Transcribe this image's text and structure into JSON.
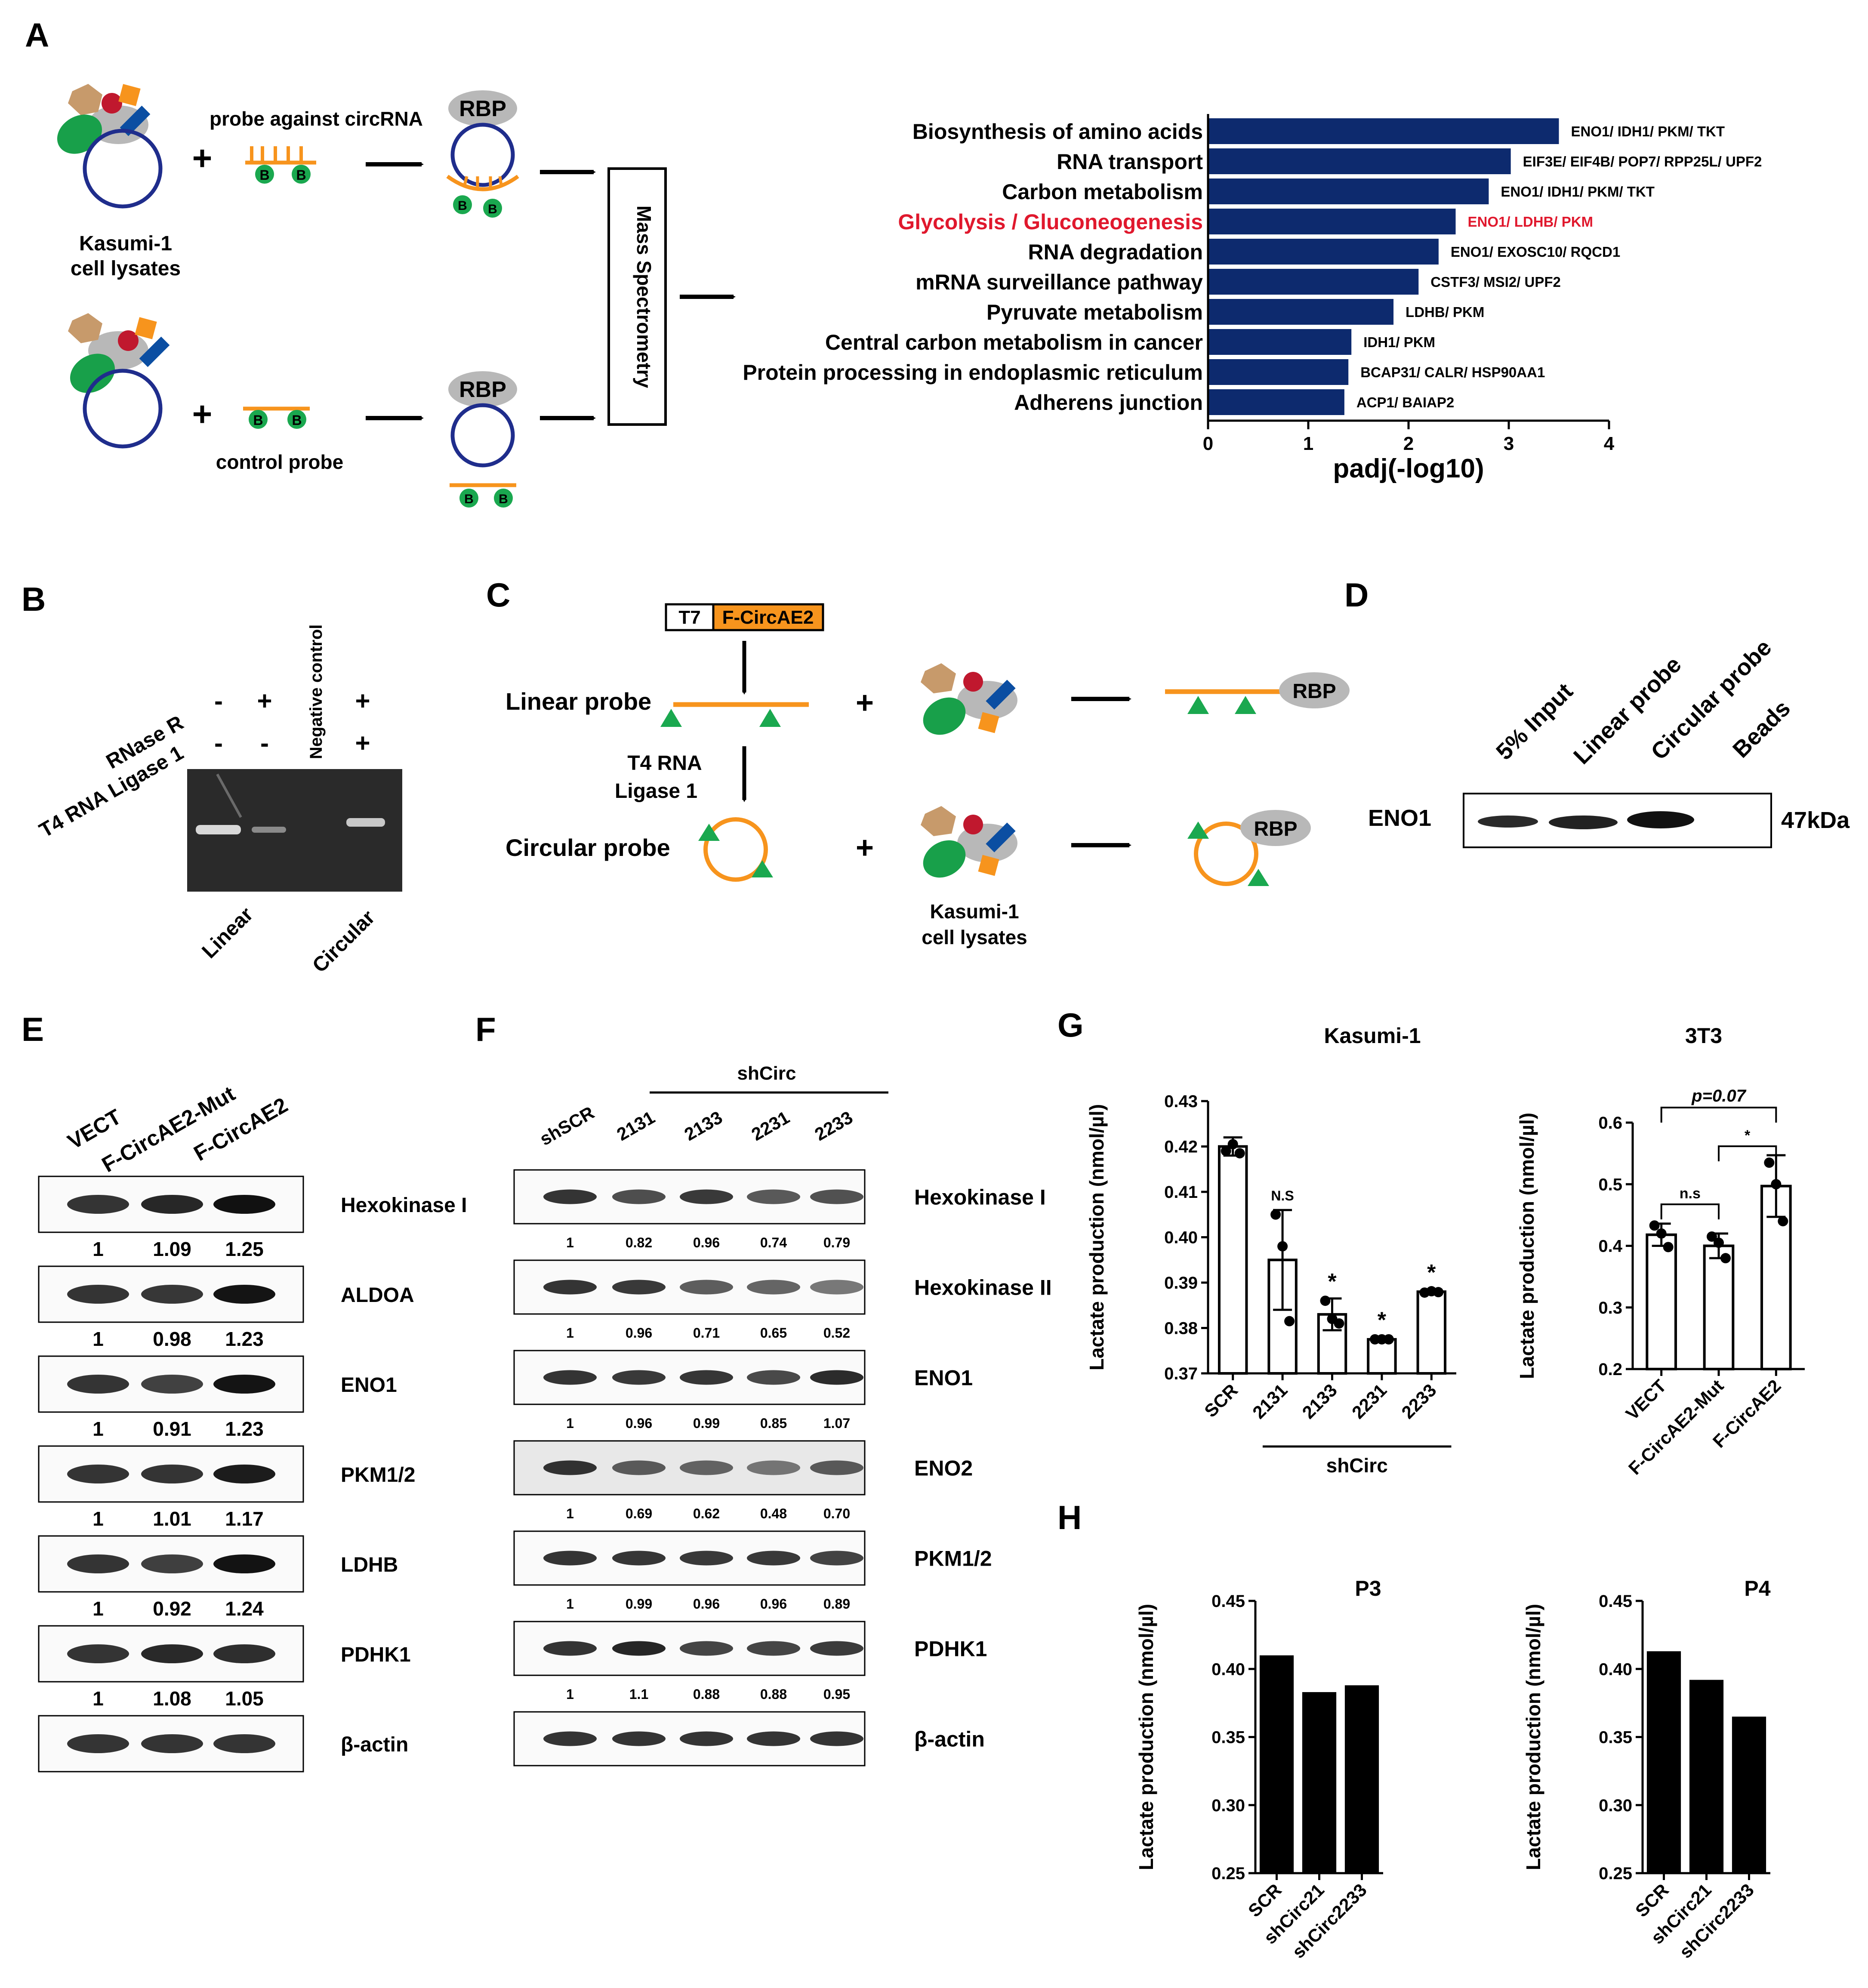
{
  "colors": {
    "navy": "#0d2a6e",
    "red": "#e0182d",
    "orange": "#f7941d",
    "green": "#1aa84f",
    "gray": "#b8b8b8",
    "tan": "#c79a6b",
    "crimson": "#c0182e",
    "blue": "#0b4ea2",
    "ring": "#1f2d8c"
  },
  "panels": {
    "A": "A",
    "B": "B",
    "C": "C",
    "D": "D",
    "E": "E",
    "F": "F",
    "G": "G",
    "H": "H"
  },
  "panelA": {
    "probe_label": "probe against circRNA",
    "lysate_label": [
      "Kasumi-1",
      "cell lysates"
    ],
    "control_label": "control probe",
    "rbp": "RBP",
    "bead": "B",
    "ms_label": "Mass Spectrometry",
    "plus": "+"
  },
  "chart_data": [
    {
      "type": "bar",
      "orientation": "horizontal",
      "categories": [
        "Biosynthesis of amino acids",
        "RNA transport",
        "Carbon metabolism",
        "Glycolysis / Gluconeogenesis",
        "RNA degradation",
        "mRNA surveillance pathway",
        "Pyruvate metabolism",
        "Central carbon metabolism in cancer",
        "Protein processing in endoplasmic reticulum",
        "Adherens junction"
      ],
      "values": [
        3.5,
        3.02,
        2.8,
        2.47,
        2.3,
        2.1,
        1.85,
        1.43,
        1.4,
        1.36
      ],
      "annotations": [
        "ENO1/ IDH1/ PKM/ TKT",
        "EIF3E/ EIF4B/ POP7/ RPP25L/ UPF2",
        "ENO1/ IDH1/ PKM/ TKT",
        "ENO1/ LDHB/ PKM",
        "ENO1/ EXOSC10/ RQCD1",
        "CSTF3/ MSI2/ UPF2",
        "LDHB/ PKM",
        "IDH1/ PKM",
        "BCAP31/ CALR/ HSP90AA1",
        "ACP1/ BAIAP2"
      ],
      "highlight_index": 3,
      "xlabel": "padj(-log10)",
      "xlim": [
        0,
        4
      ],
      "xticks": [
        "0",
        "1",
        "2",
        "3",
        "4"
      ]
    },
    {
      "type": "bar",
      "title": "Kasumi-1",
      "categories": [
        "SCR",
        "2131",
        "2133",
        "2231",
        "2233"
      ],
      "values": [
        0.42,
        0.395,
        0.383,
        0.3775,
        0.388
      ],
      "errors": [
        0.002,
        0.011,
        0.0035,
        0.0005,
        0.0005
      ],
      "points": [
        [
          0.419,
          0.4205,
          0.4185
        ],
        [
          0.405,
          0.398,
          0.3815
        ],
        [
          0.386,
          0.382,
          0.381
        ],
        [
          0.3775,
          0.3775,
          0.3775
        ],
        [
          0.3878,
          0.3881,
          0.3879
        ]
      ],
      "sig_labels": [
        "",
        "N.S",
        "*",
        "*",
        "*"
      ],
      "group_label": "shCirc",
      "ylabel": "Lactate production (nmol/µl)",
      "ylim": [
        0.37,
        0.43
      ],
      "yticks": [
        "0.37",
        "0.38",
        "0.39",
        "0.40",
        "0.41",
        "0.42",
        "0.43"
      ]
    },
    {
      "type": "bar",
      "title": "3T3",
      "categories": [
        "VECT",
        "F-CircAE2-Mut",
        "F-CircAE2"
      ],
      "values": [
        0.418,
        0.4,
        0.497
      ],
      "errors": [
        0.018,
        0.02,
        0.05
      ],
      "points": [
        [
          0.433,
          0.42,
          0.398
        ],
        [
          0.415,
          0.405,
          0.38
        ],
        [
          0.535,
          0.5,
          0.44
        ]
      ],
      "comparisons": [
        {
          "from": 0,
          "to": 1,
          "label": "n.s"
        },
        {
          "from": 1,
          "to": 2,
          "label": "*"
        },
        {
          "from": 0,
          "to": 2,
          "label": "p=0.07"
        }
      ],
      "ylabel": "Lactate production (nmol/µl)",
      "ylim": [
        0.2,
        0.6
      ],
      "yticks": [
        "0.2",
        "0.3",
        "0.4",
        "0.5",
        "0.6"
      ]
    },
    {
      "type": "bar",
      "title": "P3",
      "categories": [
        "SCR",
        "shCirc21",
        "shCirc2233"
      ],
      "values": [
        0.41,
        0.383,
        0.388
      ],
      "ylabel": "Lactate production (nmol/µl)",
      "ylim": [
        0.25,
        0.45
      ],
      "yticks": [
        "0.25",
        "0.30",
        "0.35",
        "0.40",
        "0.45"
      ]
    },
    {
      "type": "bar",
      "title": "P4",
      "categories": [
        "SCR",
        "shCirc21",
        "shCirc2233"
      ],
      "values": [
        0.413,
        0.392,
        0.365
      ],
      "ylabel": "Lactate production (nmol/µl)",
      "ylim": [
        0.25,
        0.45
      ],
      "yticks": [
        "0.25",
        "0.30",
        "0.35",
        "0.40",
        "0.45"
      ]
    }
  ],
  "panelB": {
    "rows": [
      "RNase R",
      "T4 RNA Ligase 1"
    ],
    "lanes": [
      "-",
      "+",
      "",
      "+"
    ],
    "lanes2": [
      "-",
      "-",
      "",
      "+"
    ],
    "negative": "Negative control",
    "bottom": [
      "Linear",
      "Circular"
    ]
  },
  "panelC": {
    "t7": "T7",
    "construct": "F-CircAE2",
    "linear": "Linear probe",
    "circular": "Circular probe",
    "ligase": [
      "T4 RNA",
      "Ligase 1"
    ],
    "lysate": [
      "Kasumi-1",
      "cell lysates"
    ],
    "rbp": "RBP",
    "plus": "+"
  },
  "panelD": {
    "lanes": [
      "5% Input",
      "Linear probe",
      "Circular probe",
      "Beads"
    ],
    "protein": "ENO1",
    "size": "47kDa"
  },
  "panelE": {
    "lanes": [
      "VECT",
      "F-CircAE2-Mut",
      "F-CircAE2"
    ],
    "blots": [
      {
        "name": "Hexokinase I",
        "quant": [
          "1",
          "1.09",
          "1.25"
        ]
      },
      {
        "name": "ALDOA",
        "quant": [
          "1",
          "0.98",
          "1.23"
        ]
      },
      {
        "name": "ENO1",
        "quant": [
          "1",
          "0.91",
          "1.23"
        ]
      },
      {
        "name": "PKM1/2",
        "quant": [
          "1",
          "1.01",
          "1.17"
        ]
      },
      {
        "name": "LDHB",
        "quant": [
          "1",
          "0.92",
          "1.24"
        ]
      },
      {
        "name": "PDHK1",
        "quant": [
          "1",
          "1.08",
          "1.05"
        ]
      },
      {
        "name": "β-actin",
        "quant": []
      }
    ]
  },
  "panelF": {
    "group": "shCirc",
    "lanes": [
      "shSCR",
      "2131",
      "2133",
      "2231",
      "2233"
    ],
    "blots": [
      {
        "name": "Hexokinase I",
        "quant": [
          "1",
          "0.82",
          "0.96",
          "0.74",
          "0.79"
        ]
      },
      {
        "name": "Hexokinase II",
        "quant": [
          "1",
          "0.96",
          "0.71",
          "0.65",
          "0.52"
        ]
      },
      {
        "name": "ENO1",
        "quant": [
          "1",
          "0.96",
          "0.99",
          "0.85",
          "1.07"
        ]
      },
      {
        "name": "ENO2",
        "quant": [
          "1",
          "0.69",
          "0.62",
          "0.48",
          "0.70"
        ]
      },
      {
        "name": "PKM1/2",
        "quant": [
          "1",
          "0.99",
          "0.96",
          "0.96",
          "0.89"
        ]
      },
      {
        "name": "PDHK1",
        "quant": [
          "1",
          "1.1",
          "0.88",
          "0.88",
          "0.95"
        ]
      },
      {
        "name": "β-actin",
        "quant": []
      }
    ]
  }
}
